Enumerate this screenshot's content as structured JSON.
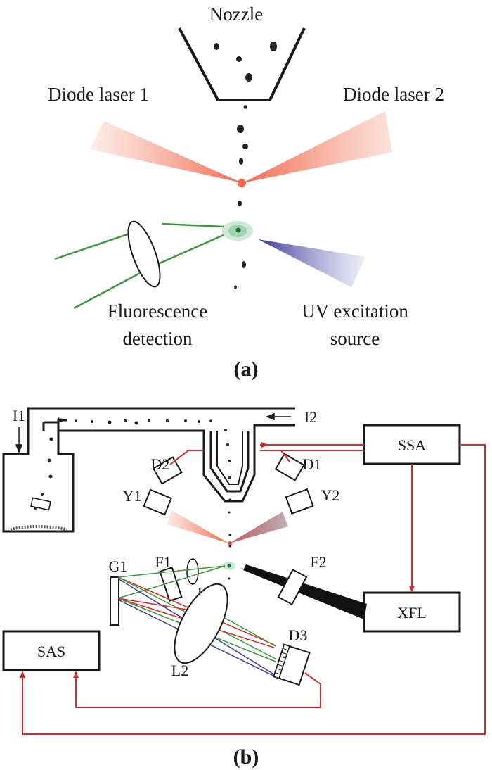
{
  "panel_a": {
    "caption": "(a)",
    "nozzle_label": "Nozzle",
    "laser1_label": "Diode laser 1",
    "laser2_label": "Diode laser 2",
    "fluorescence_label_line1": "Fluorescence",
    "fluorescence_label_line2": "detection",
    "uv_label_line1": "UV excitation",
    "uv_label_line2": "source"
  },
  "panel_b": {
    "caption": "(b)",
    "labels": {
      "i1": "I1",
      "i2": "I2",
      "d1": "D1",
      "d2": "D2",
      "d3": "D3",
      "y1": "Y1",
      "y2": "Y2",
      "f1": "F1",
      "f2": "F2",
      "g1": "G1",
      "l1": "L1",
      "l2": "L2"
    },
    "boxes": {
      "ssa": "SSA",
      "xfl": "XFL",
      "sas": "SAS"
    }
  },
  "colors": {
    "ink": "#1a1a1a",
    "signal_red": "#d42a2a",
    "laser_red": "#f05a3c",
    "fluor_green": "#3a9a3a",
    "uv_blue": "#3d3d9e",
    "droplet_green": "#2e8b57"
  }
}
